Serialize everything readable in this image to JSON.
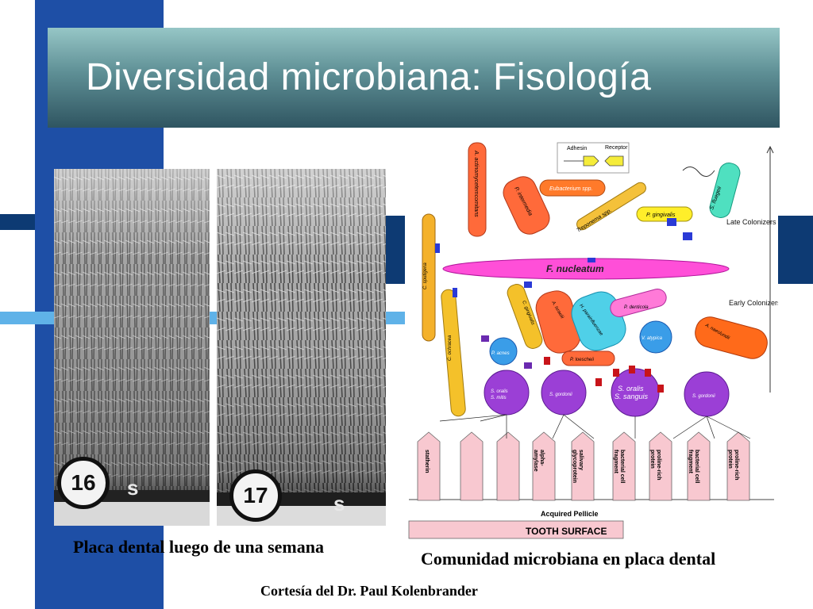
{
  "slide": {
    "title": "Diversidad microbiana: Fisología",
    "photo_numbers": [
      "16",
      "17"
    ],
    "photo_mark": "s",
    "caption_left": "Placa dental luego de una semana",
    "caption_right": "Comunidad microbiana en placa dental",
    "credit": "Cortesía del Dr. Paul Kolenbrander"
  },
  "diagram": {
    "legend": {
      "adhesin": "Adhesin",
      "receptor": "Receptor"
    },
    "late_colonizers": "Late Colonizers",
    "early_colonizers": "Early Colonizers",
    "f_nucleatum": "F. nucleatum",
    "acquired_pellicle": "Acquired Pellicle",
    "tooth_surface": "TOOTH SURFACE",
    "late_bacteria": [
      "A. actinomycetemcomitans",
      "P. intermedia",
      "Eubacterium spp.",
      "Treponema spp.",
      "P. gingivalis",
      "S. fluegeii"
    ],
    "middle_bacteria": [
      "C. sputigena",
      "C. ochracea",
      "C. gingivalis",
      "A. israelii",
      "H. parainfluenzae",
      "P. denticola",
      "V. atypica",
      "A. naeslundii",
      "P. acnes",
      "P. loescheii"
    ],
    "cocci": [
      "S. oralis\nS. mitis",
      "S. gordonii",
      "S. oralis\nS. sanguis",
      "S. gordonii"
    ],
    "pellicle_receptors": [
      "statherin",
      "",
      "",
      "alpha-\namylase",
      "salivary\nglycoprotein",
      "bacterial cell\nfragment",
      "proline-rich\nprotein",
      "bacterial cell\nfragment",
      "proline-rich\nprotein"
    ]
  },
  "colors": {
    "primary": "#1e4fa6",
    "band": "#0d3a73",
    "title_gradient": "#5e8f95",
    "purple_cocci": "#9b3fd6",
    "f_nucleatum": "#ff4fd8",
    "tooth": "#f8c8d0"
  }
}
